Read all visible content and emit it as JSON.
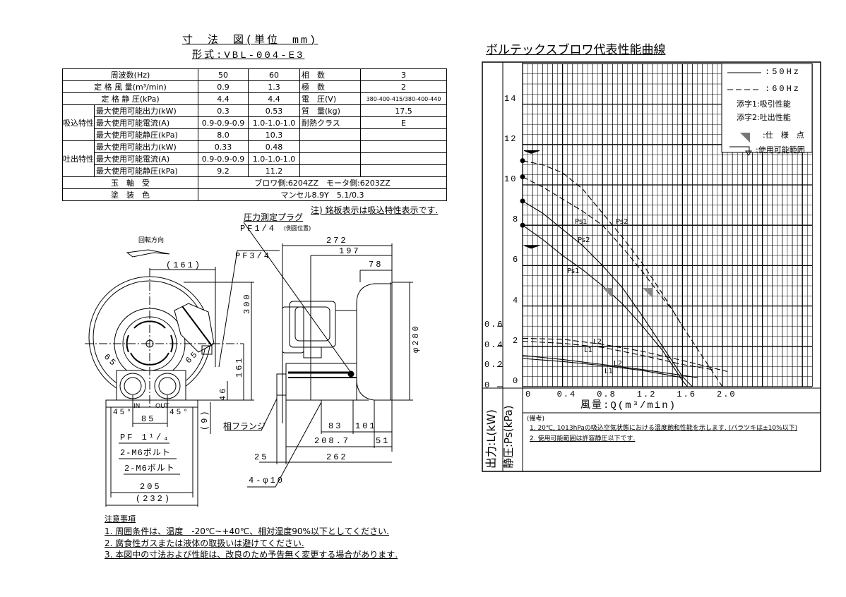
{
  "header": {
    "title": "寸　法　図(単位　mm)",
    "model": "形式:VBL-004-E3"
  },
  "spec_table": {
    "rows": [
      [
        "周波数(Hz)",
        "50",
        "60",
        "相　数",
        "3"
      ],
      [
        "定 格 風 量(m³/min)",
        "0.9",
        "1.3",
        "極　数",
        "2"
      ],
      [
        "定 格 静 圧(kPa)",
        "4.4",
        "4.4",
        "電　圧(V)",
        "380-400-415/380-400-440"
      ],
      [
        "最大使用可能出力(kW)",
        "0.3",
        "0.53",
        "質　量(kg)",
        "17.5"
      ],
      [
        "最大使用可能電流(A)",
        "0.9-0.9-0.9",
        "1.0-1.0-1.0",
        "耐熱クラス",
        "E"
      ],
      [
        "最大使用可能静圧(kPa)",
        "8.0",
        "10.3",
        "",
        ""
      ],
      [
        "最大使用可能出力(kW)",
        "0.33",
        "0.48",
        "",
        ""
      ],
      [
        "最大使用可能電流(A)",
        "0.9-0.9-0.9",
        "1.0-1.0-1.0",
        "",
        ""
      ],
      [
        "最大使用可能静圧(kPa)",
        "9.2",
        "11.2",
        "",
        ""
      ]
    ],
    "group_suction": "吸込特性",
    "group_discharge": "吐出特性",
    "bearing_label": "玉　軸　受",
    "bearing_value": "ブロワ側:6204ZZ　モータ側:6203ZZ",
    "paint_label": "塗　装　色",
    "paint_value": "マンセル8.9Y　5.1/0.3",
    "note": "注) 銘板表示は吸込特性表示です."
  },
  "drawing": {
    "pressure_plug": "圧力測定プラグ",
    "pf14": "PF1/4",
    "pf14_note": "(側面位置)",
    "rotation": "回転方向",
    "pf34": "PF3/4",
    "d161p": "(161)",
    "d272": "272",
    "d197": "197",
    "d78": "78",
    "d300": "300",
    "d161": "161",
    "d46": "46",
    "d9": "(9)",
    "d280": "φ280",
    "d65a": "65",
    "d65b": "65",
    "in": "IN",
    "out": "OUT",
    "a45a": "45°",
    "a45b": "45°",
    "d85": "85",
    "pf114": "PF 1¹/₄",
    "bolt1": "2-M6ボルト",
    "bolt2": "2-M6ボルト",
    "d205": "205",
    "d232": "(232)",
    "flange": "相フランジ",
    "d83": "83",
    "d101": "101",
    "d2087": "208.7",
    "d51": "51",
    "d25": "25",
    "d262": "262",
    "holes": "4-φ10"
  },
  "notes": {
    "heading": "注意事項",
    "items": [
      "1. 周囲条件は、温度　-20℃~+40℃、相対湿度90%以下としてください.",
      "2. 腐食性ガスまたは液体の取扱いは避けてください.",
      "3. 本図中の寸法および性能は、改良のため予告無く変更する場合があります."
    ]
  },
  "chart_data": {
    "type": "line",
    "title": "ボルテックスブロワ代表性能曲線",
    "xlabel": "風量:Q(m³/min)",
    "ylabel": "静圧:Ps(kPa)",
    "y2label": "出力:L(kW)",
    "xticks": [
      "0",
      "0.4",
      "0.8",
      "1.2",
      "1.6",
      "2.0"
    ],
    "yticks": [
      "0",
      "2",
      "4",
      "6",
      "8",
      "10",
      "12",
      "14"
    ],
    "y2ticks": [
      "0",
      "0.2",
      "0.4",
      "0.6"
    ],
    "xlim": [
      0,
      2.9
    ],
    "ylim": [
      0,
      16
    ],
    "y2lim": [
      0,
      0.6
    ],
    "grid": true,
    "legend": {
      "hz50": ":50Hz",
      "hz60": ":60Hz",
      "sub1": "添字1:吸引性能",
      "sub2": "添字2:吐出性能",
      "spec": ":仕　様　点",
      "range": ":使用可能範囲"
    },
    "series": [
      {
        "name": "Ps1",
        "freq": "50Hz",
        "axis": "Ps",
        "style": "solid",
        "points": [
          [
            0,
            8.0
          ],
          [
            0.2,
            7.3
          ],
          [
            0.4,
            6.5
          ],
          [
            0.6,
            5.8
          ],
          [
            0.8,
            5.0
          ],
          [
            1.0,
            4.1
          ],
          [
            1.2,
            3.0
          ],
          [
            1.4,
            1.8
          ],
          [
            1.6,
            0.3
          ],
          [
            1.65,
            0
          ]
        ]
      },
      {
        "name": "Ps2",
        "freq": "50Hz",
        "axis": "Ps",
        "style": "solid",
        "points": [
          [
            0,
            9.2
          ],
          [
            0.2,
            8.6
          ],
          [
            0.4,
            7.8
          ],
          [
            0.6,
            7.0
          ],
          [
            0.8,
            6.0
          ],
          [
            1.0,
            4.9
          ],
          [
            1.2,
            3.5
          ],
          [
            1.4,
            2.0
          ],
          [
            1.6,
            0.5
          ],
          [
            1.7,
            0
          ]
        ]
      },
      {
        "name": "Ps1",
        "freq": "60Hz",
        "axis": "Ps",
        "style": "dashed",
        "points": [
          [
            0,
            10.4
          ],
          [
            0.2,
            9.9
          ],
          [
            0.4,
            9.3
          ],
          [
            0.6,
            8.7
          ],
          [
            0.8,
            8.0
          ],
          [
            1.0,
            6.9
          ],
          [
            1.2,
            5.7
          ],
          [
            1.4,
            4.4
          ],
          [
            1.5,
            3.8
          ],
          [
            1.6,
            3.0
          ]
        ]
      },
      {
        "name": "Ps2",
        "freq": "60Hz",
        "axis": "Ps",
        "style": "dashed",
        "points": [
          [
            0,
            11.2
          ],
          [
            0.2,
            11.0
          ],
          [
            0.4,
            10.6
          ],
          [
            0.6,
            9.8
          ],
          [
            0.8,
            8.6
          ],
          [
            1.0,
            7.4
          ],
          [
            1.2,
            6.1
          ],
          [
            1.4,
            4.6
          ],
          [
            1.6,
            3.0
          ],
          [
            1.8,
            1.5
          ],
          [
            2.0,
            0
          ]
        ]
      },
      {
        "name": "L1",
        "freq": "50Hz",
        "axis": "L",
        "style": "solid",
        "points": [
          [
            0,
            0.28
          ],
          [
            0.4,
            0.25
          ],
          [
            0.8,
            0.21
          ],
          [
            1.2,
            0.16
          ],
          [
            1.6,
            0.09
          ]
        ]
      },
      {
        "name": "L2",
        "freq": "50Hz",
        "axis": "L",
        "style": "solid",
        "points": [
          [
            0,
            0.31
          ],
          [
            0.4,
            0.27
          ],
          [
            0.8,
            0.22
          ],
          [
            1.2,
            0.17
          ],
          [
            1.75,
            0.09
          ]
        ]
      },
      {
        "name": "L1",
        "freq": "60Hz",
        "axis": "L",
        "style": "dashed",
        "points": [
          [
            0,
            0.45
          ],
          [
            0.4,
            0.43
          ],
          [
            0.8,
            0.39
          ],
          [
            1.2,
            0.31
          ],
          [
            1.6,
            0.22
          ],
          [
            1.9,
            0.17
          ]
        ]
      },
      {
        "name": "L2",
        "freq": "60Hz",
        "axis": "L",
        "style": "dashed",
        "points": [
          [
            0,
            0.48
          ],
          [
            0.4,
            0.47
          ],
          [
            0.8,
            0.42
          ],
          [
            1.2,
            0.35
          ],
          [
            1.6,
            0.26
          ],
          [
            2.05,
            0.15
          ]
        ]
      }
    ],
    "spec_points": [
      [
        0.9,
        4.4
      ],
      [
        1.3,
        4.4
      ]
    ],
    "range_limits": [
      11.7,
      7.0
    ],
    "curve_labels": {
      "ps1_60": "Ps1",
      "ps2_60": "Ps2",
      "ps2_50": "Ps2",
      "ps1_50": "Ps1",
      "l2_60": "L2",
      "l1_60": "L1",
      "l2_50": "L2",
      "l1_50": "L1"
    },
    "remarks_heading": "(備考)",
    "remarks": [
      "1. 20℃, 1013hPaの吸込空気状態における温度飽和性能を示します. (バラツキは±10%以下)",
      "2. 使用可能範囲は許容静圧以下です."
    ]
  }
}
